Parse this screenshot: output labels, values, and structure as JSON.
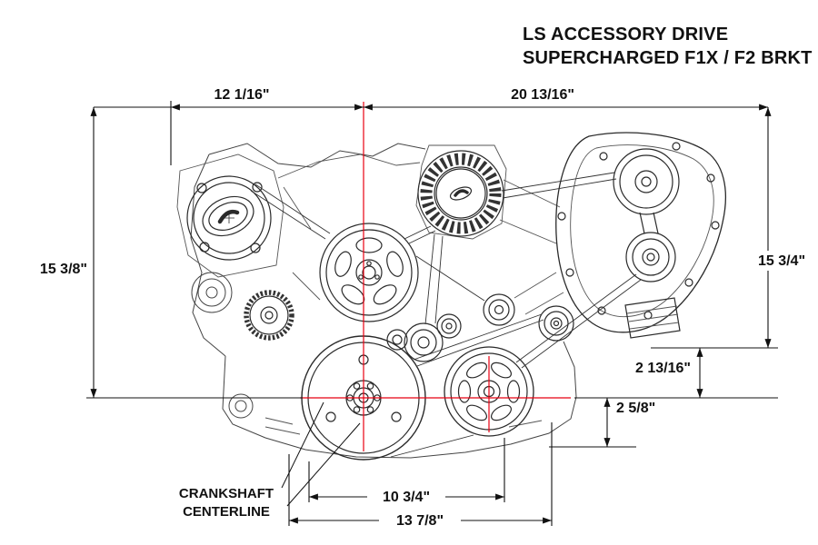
{
  "title": {
    "line1": "LS ACCESSORY DRIVE",
    "line2": "SUPERCHARGED F1X / F2 BRKT"
  },
  "dimensions": {
    "top_left": "12 1/16\"",
    "top_right": "20 13/16\"",
    "left_height": "15 3/8\"",
    "right_height": "15 3/4\"",
    "idler_offset": "2 13/16\"",
    "pulley_offset": "2 5/8\"",
    "bottom_inner": "10 3/4\"",
    "bottom_outer": "13 7/8\""
  },
  "labels": {
    "crankshaft_line1": "CRANKSHAFT",
    "crankshaft_line2": "CENTERLINE"
  },
  "colors": {
    "centerline_red": "#e80011",
    "line_black": "#1a1a1a",
    "background": "#ffffff"
  }
}
